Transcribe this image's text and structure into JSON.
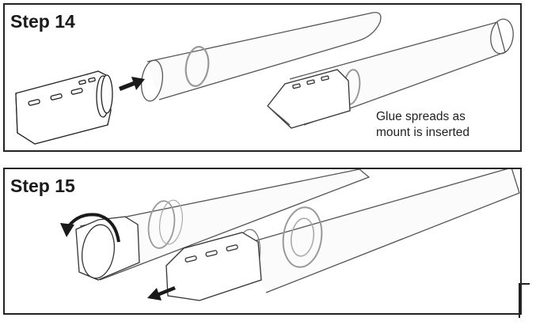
{
  "step14": {
    "title": "Step 14",
    "caption_lines": [
      "Glue spreads as",
      "mount is inserted"
    ]
  },
  "step15": {
    "title": "Step 15"
  },
  "colors": {
    "border": "#222222",
    "tube_outline": "#555555",
    "tube_fill": "#f7f7f7",
    "arrow": "#1a1a1a"
  },
  "icons": [
    "push-arrow-icon",
    "rotate-arrow-icon",
    "pull-arrow-icon"
  ]
}
